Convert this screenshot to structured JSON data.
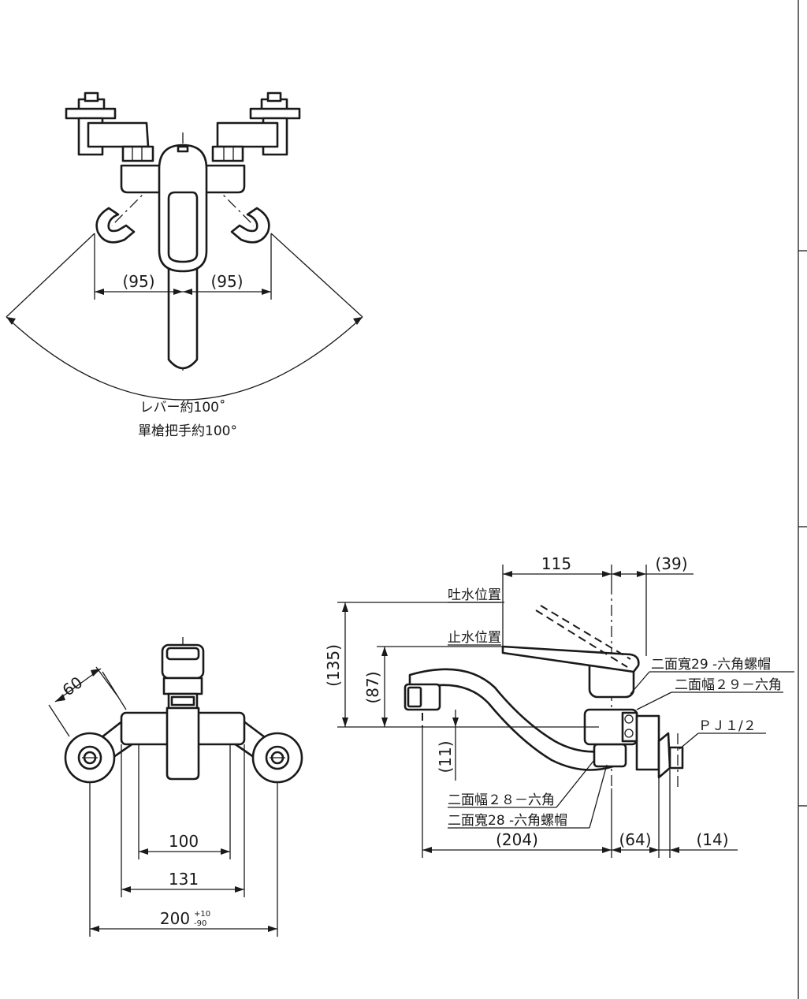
{
  "top_view": {
    "dim_left": "(95)",
    "dim_right": "(95)",
    "lever_angle_jp": "レバー約100˚",
    "lever_angle_tw": "單槍把手約100°"
  },
  "front_view": {
    "dim_angle": "60",
    "dim_100": "100",
    "dim_131": "131",
    "dim_200_base": "200",
    "dim_200_tol_upper": "+10",
    "dim_200_tol_lower": "-90"
  },
  "side_view": {
    "dim_115": "115",
    "dim_39": "(39)",
    "dim_135": "(135)",
    "dim_87": "(87)",
    "dim_11": "(11)",
    "dim_204": "(204)",
    "dim_64": "(64)",
    "dim_14": "(14)",
    "label_spout_position": "吐水位置",
    "label_stop_position": "止水位置",
    "label_hex29_tw": "二面寬29 -六角螺帽",
    "label_hex29_jp": "二面幅２９－六角",
    "label_pj": "ＰＪ１/２",
    "label_hex28_jp": "二面幅２８－六角",
    "label_hex28_tw": "二面寬28 -六角螺帽"
  }
}
